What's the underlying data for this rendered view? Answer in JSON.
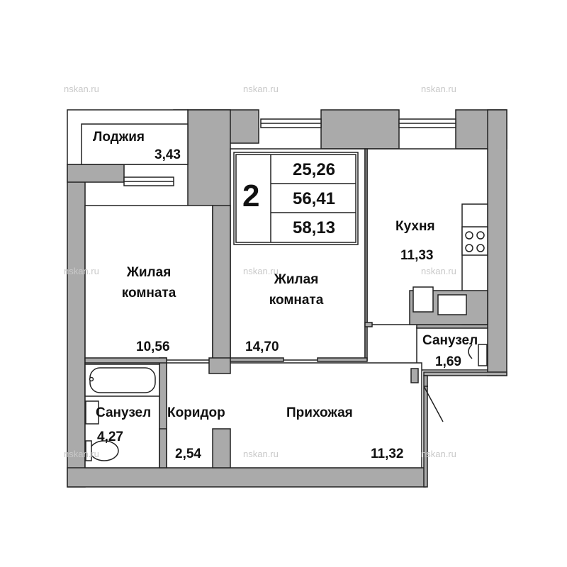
{
  "watermark": {
    "text": "nskan.ru",
    "brand": "nskan.ru"
  },
  "colors": {
    "wall": "#aaaaaa",
    "line": "#222222",
    "floor": "#ffffff",
    "watermark": "#c9c9c9"
  },
  "info_box": {
    "rooms": "2",
    "living_area": "25,26",
    "total_area": "56,41",
    "total_with_balcony": "58,13"
  },
  "rooms": {
    "loggia": {
      "name": "Лоджия",
      "area": "3,43"
    },
    "living_left": {
      "name_line1": "Жилая",
      "name_line2": "комната",
      "area": "10,56"
    },
    "living_center": {
      "name_line1": "Жилая",
      "name_line2": "комната",
      "area": "14,70"
    },
    "kitchen": {
      "name": "Кухня",
      "area": "11,33"
    },
    "wc_small": {
      "name": "Санузел",
      "area": "1,69"
    },
    "bathroom": {
      "name": "Санузел",
      "area": "4,27"
    },
    "corridor": {
      "name": "Коридор",
      "area": "2,54"
    },
    "hall": {
      "name": "Прихожая",
      "area": "11,32"
    }
  }
}
